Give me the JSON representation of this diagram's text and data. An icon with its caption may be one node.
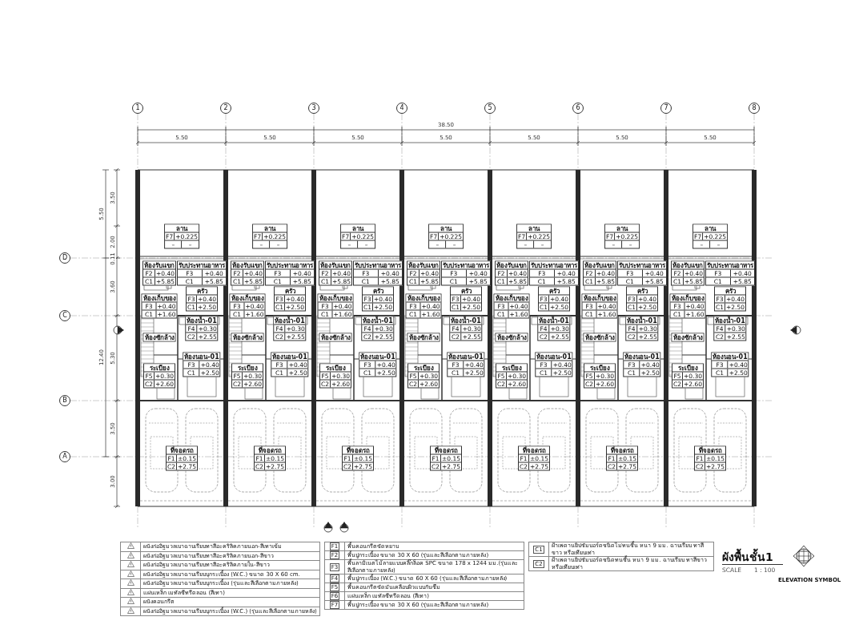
{
  "diagram": {
    "title": "ผังพื้นชั้น1",
    "nodes": [
      {
        "text": [
          "ลาน",
          "F7",
          "+0.225",
          "–",
          "–"
        ]
      },
      {
        "text": [
          "ห้องรับแขก",
          "F2",
          "+0.40",
          "C1",
          "+5.85"
        ]
      },
      {
        "text": [
          "รับประทานอาหาร",
          "F3",
          "+0.40",
          "C1",
          "+5.85"
        ]
      },
      {
        "text": [
          "ครัว",
          "F3",
          "+0.40",
          "C1",
          "+2.50"
        ]
      },
      {
        "text": [
          "ห้องเก็บของ",
          "F3",
          "+0.40",
          "C1",
          "+1.60"
        ]
      },
      {
        "text": [
          "ห้องน้ำ-01",
          "F4",
          "+0.30",
          "C2",
          "+2.55"
        ]
      },
      {
        "text": [
          "ห้องซักล้าง"
        ]
      },
      {
        "text": [
          "ห้องนอน-01",
          "F3",
          "+0.40",
          "C1",
          "+2.50"
        ]
      },
      {
        "text": [
          "ระเบียง",
          "F5",
          "+0.30",
          "C2",
          "+2.60"
        ]
      },
      {
        "text": [
          "ที่จอดรถ",
          "F1",
          "±0.15",
          "C2",
          "+2.75"
        ]
      },
      {
        "text": [
          "ลาน",
          "F7",
          "+0.225",
          "–",
          "–"
        ]
      },
      {
        "text": [
          "ห้องรับแขก",
          "F2",
          "+0.40",
          "C1",
          "+5.85"
        ]
      },
      {
        "text": [
          "รับประทานอาหาร",
          "F3",
          "+0.40",
          "C1",
          "+5.85"
        ]
      },
      {
        "text": [
          "ครัว",
          "F3",
          "+0.40",
          "C1",
          "+2.50"
        ]
      },
      {
        "text": [
          "ห้องเก็บของ",
          "F3",
          "+0.40",
          "C1",
          "+1.60"
        ]
      },
      {
        "text": [
          "ห้องน้ำ-01",
          "F4",
          "+0.30",
          "C2",
          "+2.55"
        ]
      },
      {
        "text": [
          "ห้องซักล้าง"
        ]
      },
      {
        "text": [
          "ห้องนอน-01",
          "F3",
          "+0.40",
          "C1",
          "+2.50"
        ]
      },
      {
        "text": [
          "ระเบียง",
          "F5",
          "+0.30",
          "C2",
          "+2.60"
        ]
      },
      {
        "text": [
          "ที่จอดรถ",
          "F1",
          "±0.15",
          "C2",
          "+2.75"
        ]
      },
      {
        "text": [
          "ลาน",
          "F7",
          "+0.225",
          "–",
          "–"
        ]
      },
      {
        "text": [
          "ห้องรับแขก",
          "F2",
          "+0.40",
          "C1",
          "+5.85"
        ]
      },
      {
        "text": [
          "รับประทานอาหาร",
          "F3",
          "+0.40",
          "C1",
          "+5.85"
        ]
      },
      {
        "text": [
          "ครัว",
          "F3",
          "+0.40",
          "C1",
          "+2.50"
        ]
      },
      {
        "text": [
          "ห้องเก็บของ",
          "F3",
          "+0.40",
          "C1",
          "+1.60"
        ]
      },
      {
        "text": [
          "ห้องน้ำ-01",
          "F4",
          "+0.30",
          "C2",
          "+2.55"
        ]
      },
      {
        "text": [
          "ห้องซักล้าง"
        ]
      },
      {
        "text": [
          "ห้องนอน-01",
          "F3",
          "+0.40",
          "C1",
          "+2.50"
        ]
      },
      {
        "text": [
          "ระเบียง",
          "F5",
          "+0.30",
          "C2",
          "+2.60"
        ]
      },
      {
        "text": [
          "ที่จอดรถ",
          "F1",
          "±0.15",
          "C2",
          "+2.75"
        ]
      },
      {
        "text": [
          "ลาน",
          "F7",
          "+0.225",
          "–",
          "–"
        ]
      },
      {
        "text": [
          "ห้องรับแขก",
          "F2",
          "+0.40",
          "C1",
          "+5.85"
        ]
      },
      {
        "text": [
          "รับประทานอาหาร",
          "F3",
          "+0.40",
          "C1",
          "+5.85"
        ]
      },
      {
        "text": [
          "ครัว",
          "F3",
          "+0.40",
          "C1",
          "+2.50"
        ]
      },
      {
        "text": [
          "ห้องเก็บของ",
          "F3",
          "+0.40",
          "C1",
          "+1.60"
        ]
      },
      {
        "text": [
          "ห้องน้ำ-01",
          "F4",
          "+0.30",
          "C2",
          "+2.55"
        ]
      },
      {
        "text": [
          "ห้องซักล้าง"
        ]
      },
      {
        "text": [
          "ห้องนอน-01",
          "F3",
          "+0.40",
          "C1",
          "+2.50"
        ]
      },
      {
        "text": [
          "ระเบียง",
          "F5",
          "+0.30",
          "C2",
          "+2.60"
        ]
      },
      {
        "text": [
          "ที่จอดรถ",
          "F1",
          "±0.15",
          "C2",
          "+2.75"
        ]
      },
      {
        "text": [
          "ลาน",
          "F7",
          "+0.225",
          "–",
          "–"
        ]
      },
      {
        "text": [
          "ห้องรับแขก",
          "F2",
          "+0.40",
          "C1",
          "+5.85"
        ]
      },
      {
        "text": [
          "รับประทานอาหาร",
          "F3",
          "+0.40",
          "C1",
          "+5.85"
        ]
      },
      {
        "text": [
          "ครัว",
          "F3",
          "+0.40",
          "C1",
          "+2.50"
        ]
      },
      {
        "text": [
          "ห้องเก็บของ",
          "F3",
          "+0.40",
          "C1",
          "+1.60"
        ]
      },
      {
        "text": [
          "ห้องน้ำ-01",
          "F4",
          "+0.30",
          "C2",
          "+2.55"
        ]
      },
      {
        "text": [
          "ห้องซักล้าง"
        ]
      },
      {
        "text": [
          "ห้องนอน-01",
          "F3",
          "+0.40",
          "C1",
          "+2.50"
        ]
      },
      {
        "text": [
          "ระเบียง",
          "F5",
          "+0.30",
          "C2",
          "+2.60"
        ]
      },
      {
        "text": [
          "ที่จอดรถ",
          "F1",
          "±0.15",
          "C2",
          "+2.75"
        ]
      },
      {
        "text": [
          "ลาน",
          "F7",
          "+0.225",
          "–",
          "–"
        ]
      },
      {
        "text": [
          "ห้องรับแขก",
          "F2",
          "+0.40",
          "C1",
          "+5.85"
        ]
      },
      {
        "text": [
          "รับประทานอาหาร",
          "F3",
          "+0.40",
          "C1",
          "+5.85"
        ]
      },
      {
        "text": [
          "ครัว",
          "F3",
          "+0.40",
          "C1",
          "+2.50"
        ]
      },
      {
        "text": [
          "ห้องเก็บของ",
          "F3",
          "+0.40",
          "C1",
          "+1.60"
        ]
      },
      {
        "text": [
          "ห้องน้ำ-01",
          "F4",
          "+0.30",
          "C2",
          "+2.55"
        ]
      },
      {
        "text": [
          "ห้องซักล้าง"
        ]
      },
      {
        "text": [
          "ห้องนอน-01",
          "F3",
          "+0.40",
          "C1",
          "+2.50"
        ]
      },
      {
        "text": [
          "ระเบียง",
          "F5",
          "+0.30",
          "C2",
          "+2.60"
        ]
      },
      {
        "text": [
          "ที่จอดรถ",
          "F1",
          "±0.15",
          "C2",
          "+2.75"
        ]
      },
      {
        "text": [
          "ลาน",
          "F7",
          "+0.225",
          "–",
          "–"
        ]
      },
      {
        "text": [
          "ห้องรับแขก",
          "F2",
          "+0.40",
          "C1",
          "+5.85"
        ]
      },
      {
        "text": [
          "รับประทานอาหาร",
          "F3",
          "+0.40",
          "C1",
          "+5.85"
        ]
      },
      {
        "text": [
          "ครัว",
          "F3",
          "+0.40",
          "C1",
          "+2.50"
        ]
      },
      {
        "text": [
          "ห้องเก็บของ",
          "F3",
          "+0.40",
          "C1",
          "+1.60"
        ]
      },
      {
        "text": [
          "ห้องน้ำ-01",
          "F4",
          "+0.30",
          "C2",
          "+2.55"
        ]
      },
      {
        "text": [
          "ห้องซักล้าง"
        ]
      },
      {
        "text": [
          "ห้องนอน-01",
          "F3",
          "+0.40",
          "C1",
          "+2.50"
        ]
      },
      {
        "text": [
          "ระเบียง",
          "F5",
          "+0.30",
          "C2",
          "+2.60"
        ]
      },
      {
        "text": [
          "ที่จอดรถ",
          "F1",
          "±0.15",
          "C2",
          "+2.75"
        ]
      }
    ],
    "labels": [
      "38.50",
      "5.50",
      "5.50",
      "5.50",
      "5.50",
      "5.50",
      "5.50",
      "5.50",
      "1",
      "2",
      "3",
      "4",
      "5",
      "6",
      "7",
      "8",
      "3.50",
      "2.00",
      "0.11",
      "3.60",
      "5.30",
      "3.50",
      "3.00",
      "5.50",
      "12.40",
      "D",
      "C",
      "B",
      "A",
      "ผนังก่ออิฐมวลเบาฉาบเรียบทาสีอะคริลิคภายนอก-สีเทาเข้ม",
      "ผนังก่ออิฐมวลเบาฉาบเรียบทาสีอะคริลิคภายนอก-สีขาว",
      "ผนังก่ออิฐมวลเบาฉาบเรียบทาสีอะคริลิคภายใน-สีขาว",
      "ผนังก่ออิฐมวลเบาฉาบเรียบบุกระเบื้อง (W.C.) ขนาด 30 X 60 cm.",
      "ผนังก่ออิฐมวลเบาฉาบเรียบบุกระเบื้อง (รุ่นและสีเลือกตามภายหลัง)",
      "แผ่นเหล็ก เมทัลชีทรีดลอน (สีเทา)",
      "ผนังคอนกรีต",
      "ผนังก่ออิฐมวลเบาฉาบเรียบบุกระเบื้อง (W.C.) (รุ่นและสีเลือกตามภายหลัง)",
      "F1",
      "พื้นคอนกรีตขัดหยาบ",
      "F2",
      "พื้นปูกระเบื้อง ขนาด 30 X 60 (รุ่นและสีเลือกตามภายหลัง)",
      "F3",
      "พื้นลามิเนตไม้ลายแบบคลิ๊กล็อค SPC ขนาด 178 x 1244 มม.(รุ่นและสีเลือกตามภายหลัง)",
      "F4",
      "พื้นปูกระเบื้อง (W.C.) ขนาด 60 X 60 (รุ่นและสีเลือกตามภายหลัง)",
      "F5",
      "พื้นคอนกรีตขัดมันเคลือบผิวแบบกันซึม",
      "F6",
      "แผ่นเหล็ก เมทัลชีทรีดลอน (สีเทา)",
      "F7",
      "พื้นปูกระเบื้อง ขนาด 30 X 60 (รุ่นและสีเลือกตามภายหลัง)",
      "C1",
      "ฝ้าเพดานยิปซัมบอร์ดชนิดไม่ทนชื้น หนา 9 มม. ฉาบเรียบ ทาสีขาว หรือเทียบเท่า",
      "C2",
      "ฝ้าเพดานยิปซัมบอร์ดชนิดทนชื้น หนา 9 มม. ฉาบเรียบ ทาสีขาว หรือเทียบเท่า",
      "SCALE",
      "1 : 100",
      "ELEVATION SYMBOL"
    ]
  }
}
